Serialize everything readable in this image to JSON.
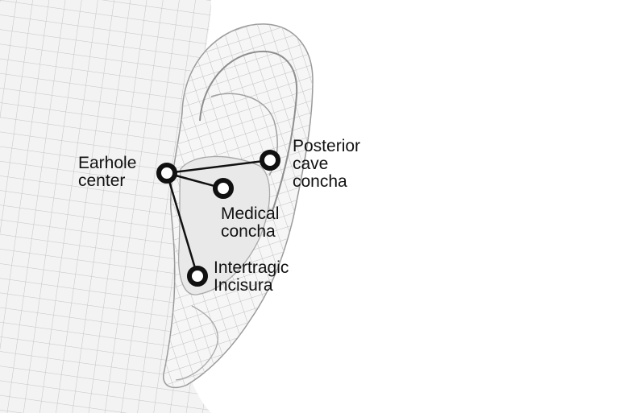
{
  "colors": {
    "ink": "#111111",
    "mesh": "#b9b9b9",
    "skin": "#f3f3f3",
    "background": "#ffffff"
  },
  "labels": {
    "earhole_center": [
      "Earhole",
      "center"
    ],
    "posterior_cave_concha": [
      "Posterior",
      "cave",
      "concha"
    ],
    "medical_concha": [
      "Medical",
      "concha"
    ],
    "intertragic_incisura": [
      "Intertragic",
      "Incisura"
    ]
  },
  "icons": {
    "marker": "ring-marker-icon"
  }
}
